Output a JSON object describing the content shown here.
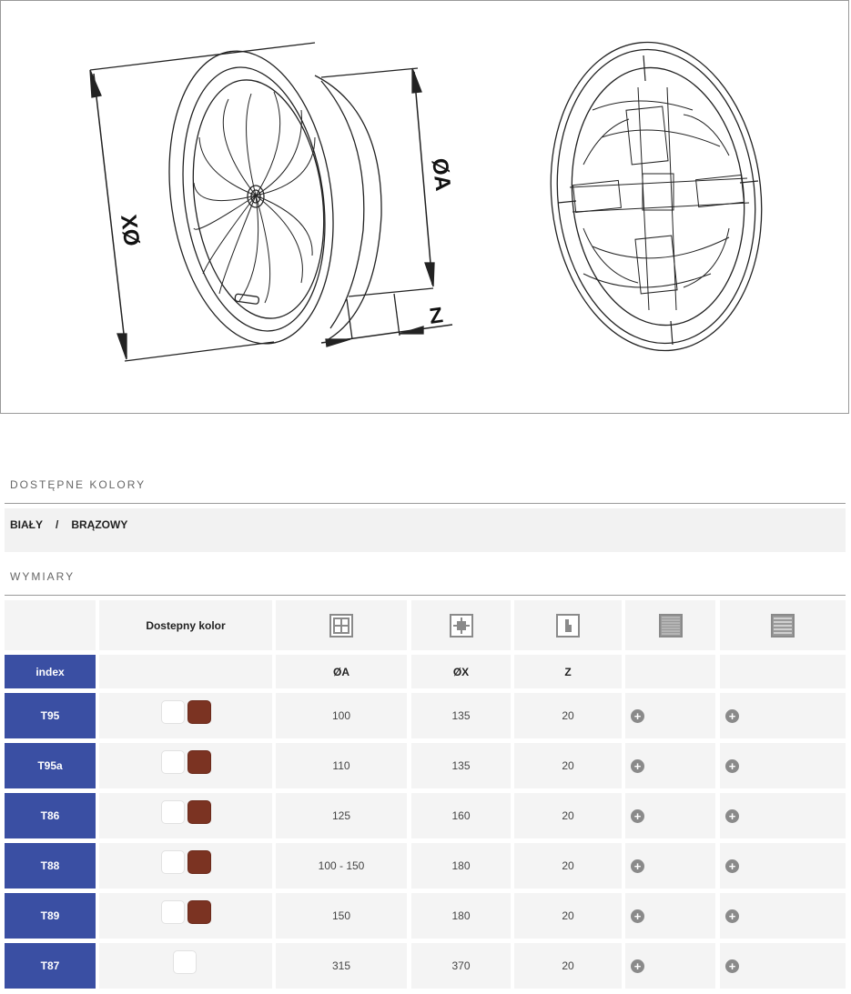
{
  "figure": {
    "labels": {
      "dim_x": "XØ",
      "dim_a": "ØA",
      "dim_z": "Z"
    }
  },
  "colors_section": {
    "title": "DOSTĘPNE KOLORY",
    "color_1": "BIAŁY",
    "separator": "/",
    "color_2": "BRĄZOWY"
  },
  "dimensions_section": {
    "title": "WYMIARY"
  },
  "table": {
    "header_color_label": "Dostepny kolor",
    "header_icons": [
      "grille-window-icon",
      "grille-cross-icon",
      "grille-profile-icon",
      "grille-mesh-icon",
      "grille-louvre-icon"
    ],
    "subheader": {
      "index": "index",
      "a": "ØA",
      "x": "ØX",
      "z": "Z"
    },
    "rows": [
      {
        "index": "T95",
        "colors": [
          "white",
          "brown"
        ],
        "a": "100",
        "x": "135",
        "z": "20"
      },
      {
        "index": "T95a",
        "colors": [
          "white",
          "brown"
        ],
        "a": "110",
        "x": "135",
        "z": "20"
      },
      {
        "index": "T86",
        "colors": [
          "white",
          "brown"
        ],
        "a": "125",
        "x": "160",
        "z": "20"
      },
      {
        "index": "T88",
        "colors": [
          "white",
          "brown"
        ],
        "a": "100 - 150",
        "x": "180",
        "z": "20"
      },
      {
        "index": "T89",
        "colors": [
          "white",
          "brown"
        ],
        "a": "150",
        "x": "180",
        "z": "20"
      },
      {
        "index": "T87",
        "colors": [
          "white"
        ],
        "a": "315",
        "x": "370",
        "z": "20"
      }
    ]
  },
  "colors": {
    "index_bg": "#3a4fa3",
    "brown_swatch": "#7b3322",
    "white_swatch": "#ffffff",
    "cell_bg": "#f4f4f4"
  }
}
